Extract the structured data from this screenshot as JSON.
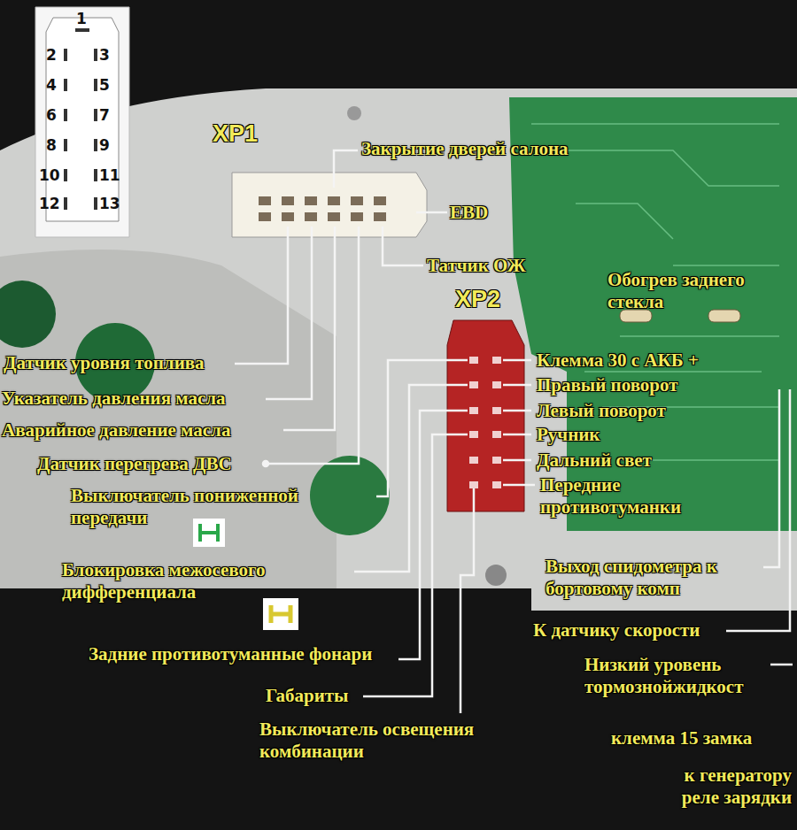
{
  "diagram": {
    "nodes": [
      {
        "text": [
          "XP1"
        ]
      },
      {
        "text": [
          "XP2"
        ]
      }
    ],
    "labels": [
      "1",
      "2",
      "3",
      "4",
      "5",
      "6",
      "7",
      "8",
      "9",
      "10",
      "11",
      "12",
      "13",
      "Закрытие дверей салона",
      "EBD",
      "Татчик ОЖ",
      "Обогрев заднего стекла",
      "Датчик уровня топлива",
      "Указатель давления масла",
      "Аварийное давление масла",
      "Датчик перегрева ДВС",
      "Выключатель пониженной передачи",
      "Клемма 30 с АКБ +",
      "Правый поворот",
      "Левый поворот",
      "Ручник",
      "Дальний свет",
      "Передние противотуманки",
      "Блокировка межосевого дифференциала",
      "Выход спидометра к бортовому комп",
      "К датчику скорости",
      "Низкий уровень тормознойжидкост",
      "Задние противотуманные фонари",
      "Габариты",
      "Выключатель освещения комбинации",
      "клемма 15 замка",
      "к генератору реле зарядки"
    ]
  }
}
